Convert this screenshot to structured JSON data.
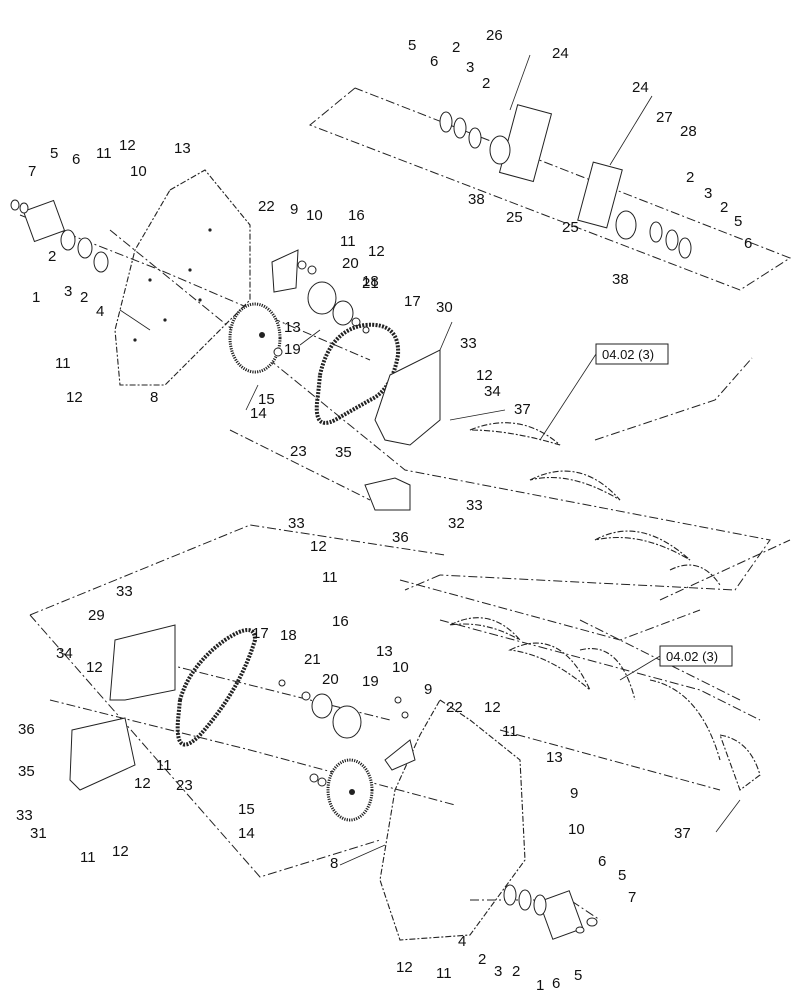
{
  "diagram": {
    "reference_labels": [
      "04.02 (3)",
      "04.02 (3)"
    ],
    "callouts_upper": [
      "1",
      "2",
      "3",
      "2",
      "4",
      "5",
      "6",
      "7",
      "8",
      "9",
      "10",
      "10",
      "11",
      "11",
      "12",
      "12",
      "13",
      "13",
      "14",
      "15",
      "16",
      "17",
      "18",
      "19",
      "20",
      "21",
      "22",
      "23",
      "11",
      "12",
      "30",
      "33",
      "12",
      "34",
      "37",
      "35",
      "33",
      "32",
      "33",
      "36",
      "12",
      "11",
      "5",
      "6",
      "2",
      "3",
      "2",
      "26",
      "24",
      "38",
      "25",
      "24",
      "27",
      "28",
      "2",
      "3",
      "2",
      "5",
      "6",
      "25",
      "38"
    ],
    "callouts_lower": [
      "33",
      "29",
      "34",
      "12",
      "36",
      "35",
      "12",
      "11",
      "33",
      "31",
      "11",
      "12",
      "23",
      "15",
      "14",
      "17",
      "18",
      "16",
      "21",
      "20",
      "13",
      "19",
      "10",
      "9",
      "22",
      "12",
      "11",
      "13",
      "9",
      "10",
      "8",
      "37",
      "6",
      "5",
      "7",
      "4",
      "2",
      "3",
      "2",
      "1",
      "6",
      "5",
      "12",
      "11"
    ]
  }
}
